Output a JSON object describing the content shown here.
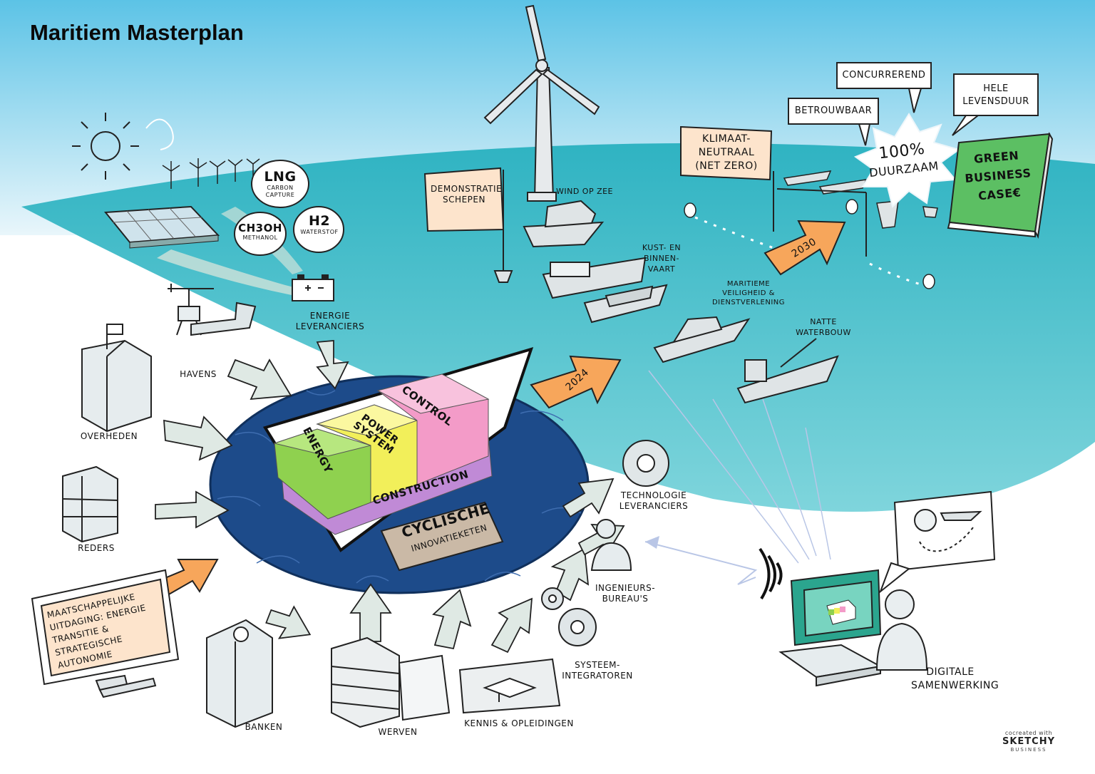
{
  "title": "Maritiem Masterplan",
  "fuels": {
    "lng": {
      "main": "LNG",
      "sub": "CARBON CAPTURE"
    },
    "methanol": {
      "main": "CH3OH",
      "sub": "METHANOL"
    },
    "hydrogen": {
      "main": "H2",
      "sub": "WATERSTOF"
    }
  },
  "ship_blocks": {
    "energy": "ENERGY",
    "power_system": "POWER SYSTEM",
    "control": "CONTROL",
    "construction": "CONSTRUCTION",
    "cyclische_title": "CYCLISCHE",
    "cyclische_sub": "INNOVATIEKETEN"
  },
  "milestones": {
    "y2024": "2024",
    "y2030": "2030"
  },
  "stakeholders": {
    "havens": "HAVENS",
    "energie": "ENERGIE LEVERANCIERS",
    "overheden": "OVERHEDEN",
    "reders": "REDERS",
    "banken": "BANKEN",
    "werven": "WERVEN",
    "kennis": "KENNIS & OPLEIDINGEN",
    "systeem": "SYSTEEM- INTEGRATOREN",
    "ingenieurs": "INGENIEURS- BUREAU'S",
    "technologie": "TECHNOLOGIE LEVERANCIERS"
  },
  "sea_labels": {
    "demonstratie": "DEMONSTRATIE SCHEPEN",
    "wind": "WIND OP ZEE",
    "kust": "KUST- EN BINNEN- VAART",
    "veiligheid": "MARITIEME VEILIGHEID & DIENSTVERLENING",
    "waterbouw": "NATTE WATERBOUW"
  },
  "klimaat": "KLIMAAT- NEUTRAAL (NET ZERO)",
  "qualities": {
    "betrouwbaar": "BETROUWBAAR",
    "concurrerend": "CONCURREREND",
    "levensduur": "HELE LEVENSDUUR",
    "duurzaam_pct": "100%",
    "duurzaam": "DUURZAAM"
  },
  "green_book": "GREEN BUSINESS CASE€",
  "maatschappelijk": "MAATSCHAPPELIJKE UITDAGING: ENERGIE TRANSITIE & STRATEGISCHE AUTONOMIE",
  "digitale": "DIGITALE SAMENWERKING",
  "credit": {
    "line1": "cocreated with",
    "brand": "SKETCHY",
    "brand_sub": "BUSINESS"
  },
  "icons": [
    "sun-icon",
    "wind-turbine-icon",
    "solar-panel-icon",
    "battery-icon",
    "crane-icon",
    "building-icon",
    "bank-icon",
    "gear-icon",
    "graduation-cap-icon",
    "wifi-signal-icon",
    "computer-icon",
    "buoy-icon"
  ],
  "colors": {
    "sea": "#3fbcc5",
    "sky": "#d6eef8",
    "disc": "#1d4b8a",
    "energy": "#8fd14f",
    "power": "#f2ef5a",
    "control": "#f39bc8",
    "construction": "#c08ad6",
    "milestone": "#f7a65b",
    "arrow": "#dfe9e4",
    "green_book": "#63c56a",
    "peach": "#fde4cc"
  }
}
